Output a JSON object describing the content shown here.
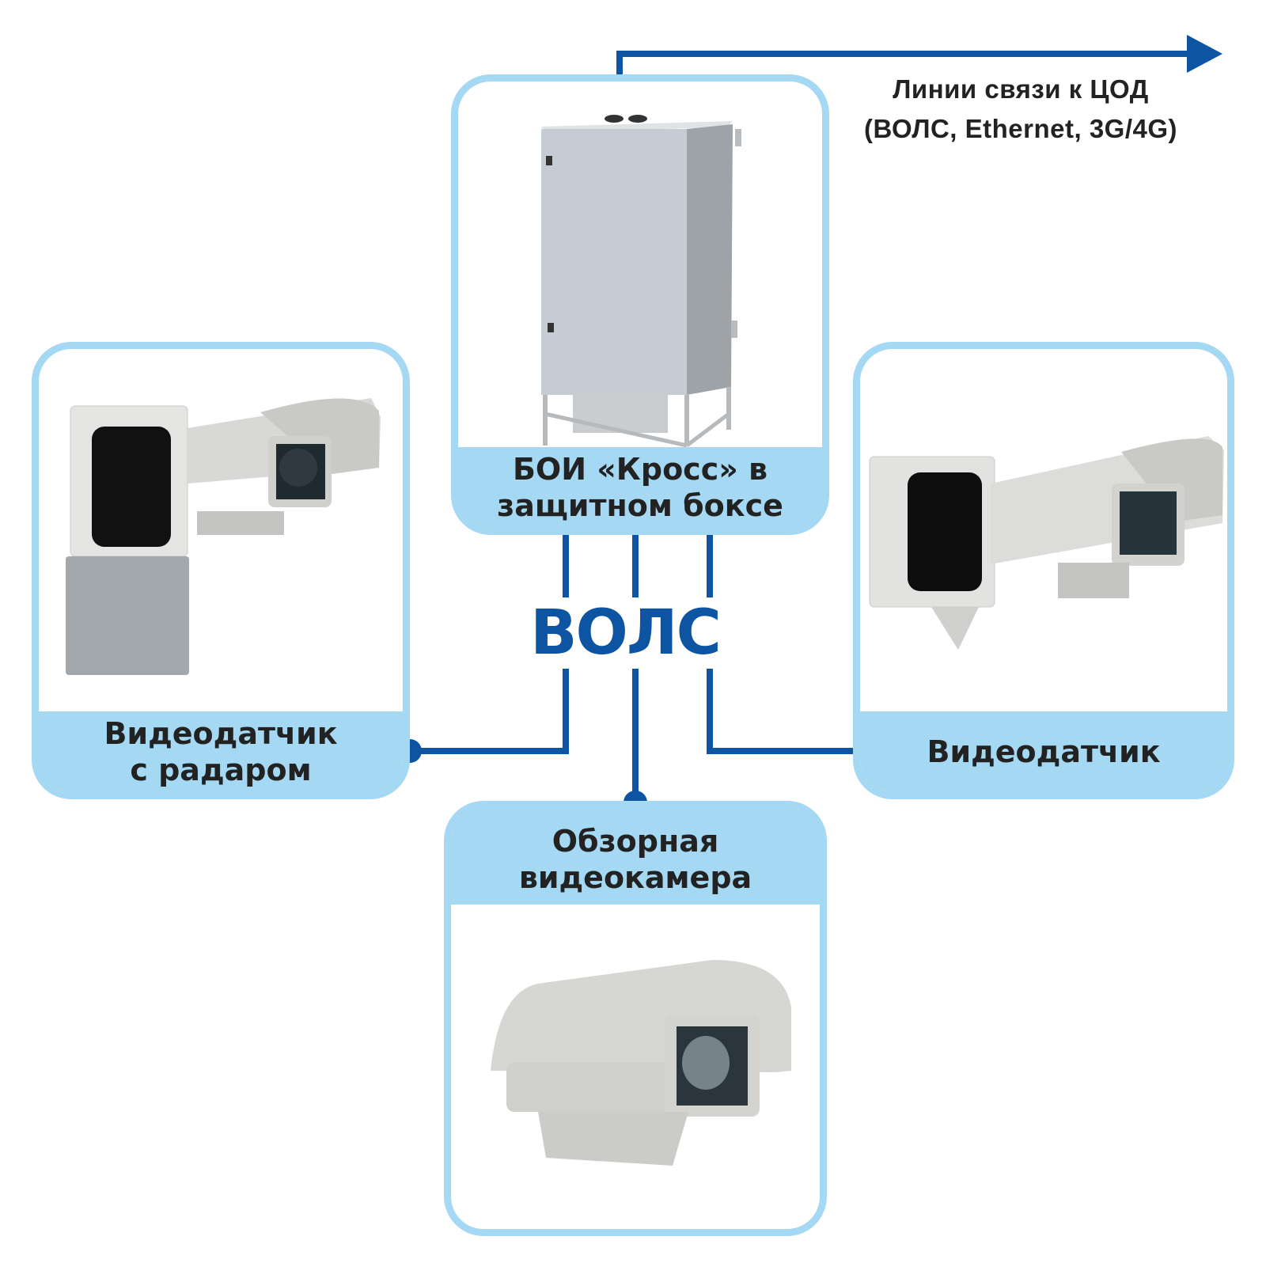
{
  "colors": {
    "line": "#0d55a3",
    "panel_border": "#a4d8f3",
    "label_band": "#a4d8f3",
    "text": "#222222"
  },
  "uplink": {
    "line1": "Линии связи к ЦОД",
    "line2": "(ВОЛС, Ethernet, 3G/4G)",
    "icon": "arrow-right-icon"
  },
  "bus_label": "ВОЛС",
  "nodes": {
    "hub": {
      "line1": "БОИ «Кросс» в",
      "line2": "защитном боксе",
      "image": "outdoor-cabinet-on-stand"
    },
    "left": {
      "line1": "Видеодатчик",
      "line2": "с  радаром",
      "image": "camera-housing-with-radar"
    },
    "right": {
      "line1": "Видеодатчик",
      "image": "camera-housing-with-ir-box"
    },
    "bottom": {
      "line1": "Обзорная",
      "line2": "видеокамера",
      "image": "overview-camera-housing"
    }
  }
}
